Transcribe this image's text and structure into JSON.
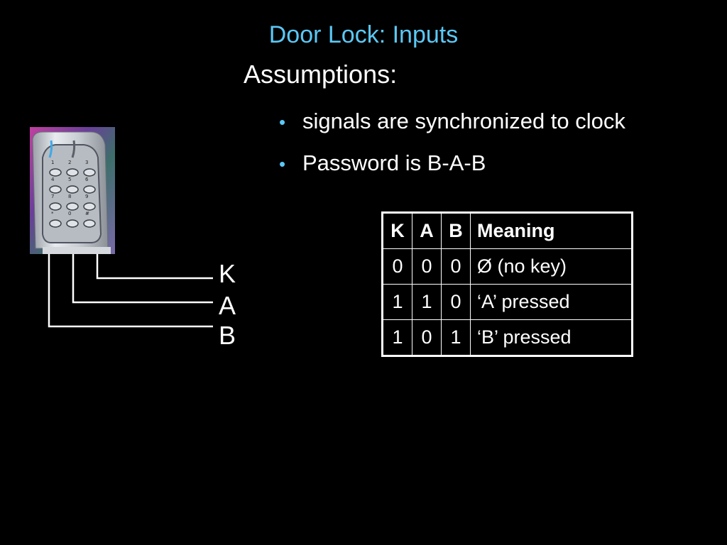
{
  "slide": {
    "title": "Door Lock: Inputs",
    "heading": "Assumptions:",
    "bullets": [
      "signals are synchronized to clock",
      "Password is B-A-B"
    ]
  },
  "keypad": {
    "keys": [
      "1",
      "2",
      "3",
      "4",
      "5",
      "6",
      "7",
      "8",
      "9",
      "*",
      "0",
      "#"
    ],
    "wire_labels": [
      "K",
      "A",
      "B"
    ]
  },
  "table": {
    "headers": [
      "K",
      "A",
      "B",
      "Meaning"
    ],
    "rows": [
      [
        "0",
        "0",
        "0",
        "Ø  (no key)"
      ],
      [
        "1",
        "1",
        "0",
        "‘A’ pressed"
      ],
      [
        "1",
        "0",
        "1",
        "‘B’ pressed"
      ]
    ]
  },
  "colors": {
    "accent": "#5bc8f5",
    "background": "#000000",
    "text": "#ffffff"
  }
}
